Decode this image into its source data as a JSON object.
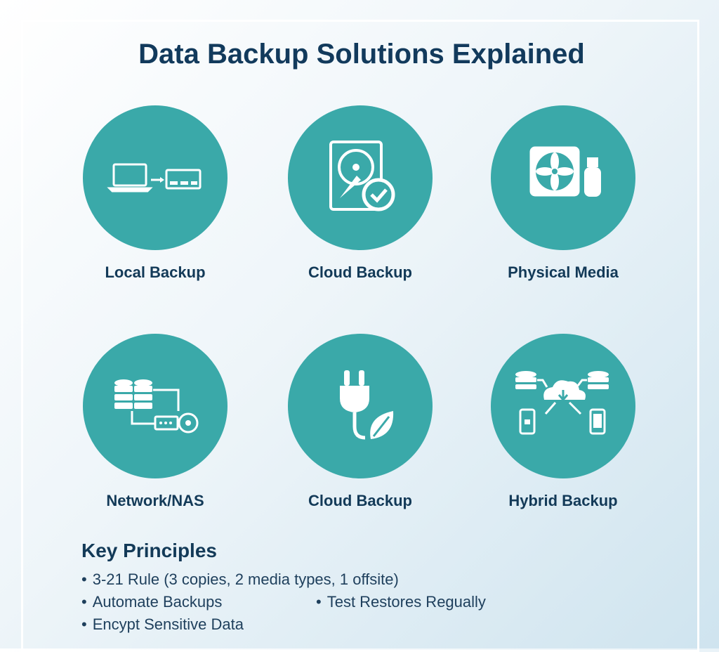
{
  "title": "Data Backup Solutions Explained",
  "solutions": [
    {
      "label": "Local Backup",
      "icon": "laptop-to-drive-icon"
    },
    {
      "label": "Cloud Backup",
      "icon": "hard-drive-check-icon"
    },
    {
      "label": "Physical Media",
      "icon": "fan-usb-icon"
    },
    {
      "label": "Network/NAS",
      "icon": "network-storage-icon"
    },
    {
      "label": "Cloud Backup",
      "icon": "plug-leaf-icon"
    },
    {
      "label": "Hybrid Backup",
      "icon": "hybrid-cloud-icon"
    }
  ],
  "key_principles": {
    "heading": "Key Principles",
    "items": [
      "3-21 Rule (3 copies, 2 media types, 1 offsite)",
      "Automate Backups",
      "Test Restores Regually",
      "Encypt Sensitive Data"
    ]
  },
  "colors": {
    "circle": "#3aa9a9",
    "heading": "#123a5c",
    "icon": "#ffffff"
  }
}
